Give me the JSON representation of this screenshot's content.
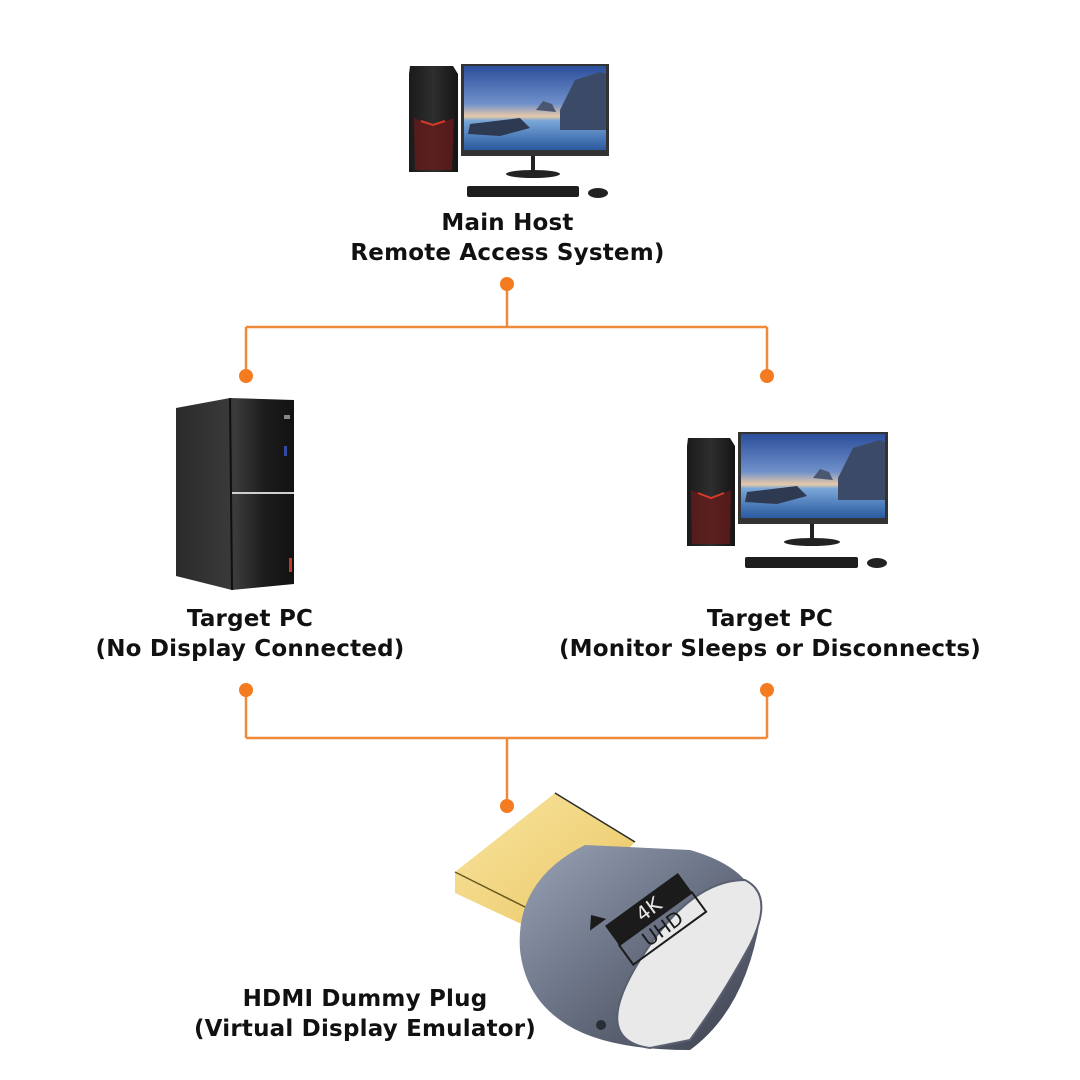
{
  "diagram": {
    "accent_color": "#f47b20",
    "connector_color": "#ee8a3a",
    "nodes": {
      "main_host": {
        "title": "Main Host",
        "subtitle": "Remote Access System)",
        "icon": "desktop-computer-with-monitor-icon"
      },
      "target_pc_left": {
        "title": "Target PC",
        "subtitle": "(No Display Connected)",
        "icon": "pc-tower-icon"
      },
      "target_pc_right": {
        "title": "Target PC",
        "subtitle": "(Monitor Sleeps or Disconnects)",
        "icon": "desktop-computer-with-monitor-icon"
      },
      "dummy_plug": {
        "title": "HDMI Dummy Plug",
        "subtitle": "(Virtual Display Emulator)",
        "icon": "hdmi-dummy-plug-icon",
        "badge_top": "4K",
        "badge_bottom": "UHD"
      }
    },
    "edges": [
      {
        "from": "main_host",
        "to": "target_pc_left"
      },
      {
        "from": "main_host",
        "to": "target_pc_right"
      },
      {
        "from": "target_pc_left",
        "to": "dummy_plug"
      },
      {
        "from": "target_pc_right",
        "to": "dummy_plug"
      }
    ]
  }
}
